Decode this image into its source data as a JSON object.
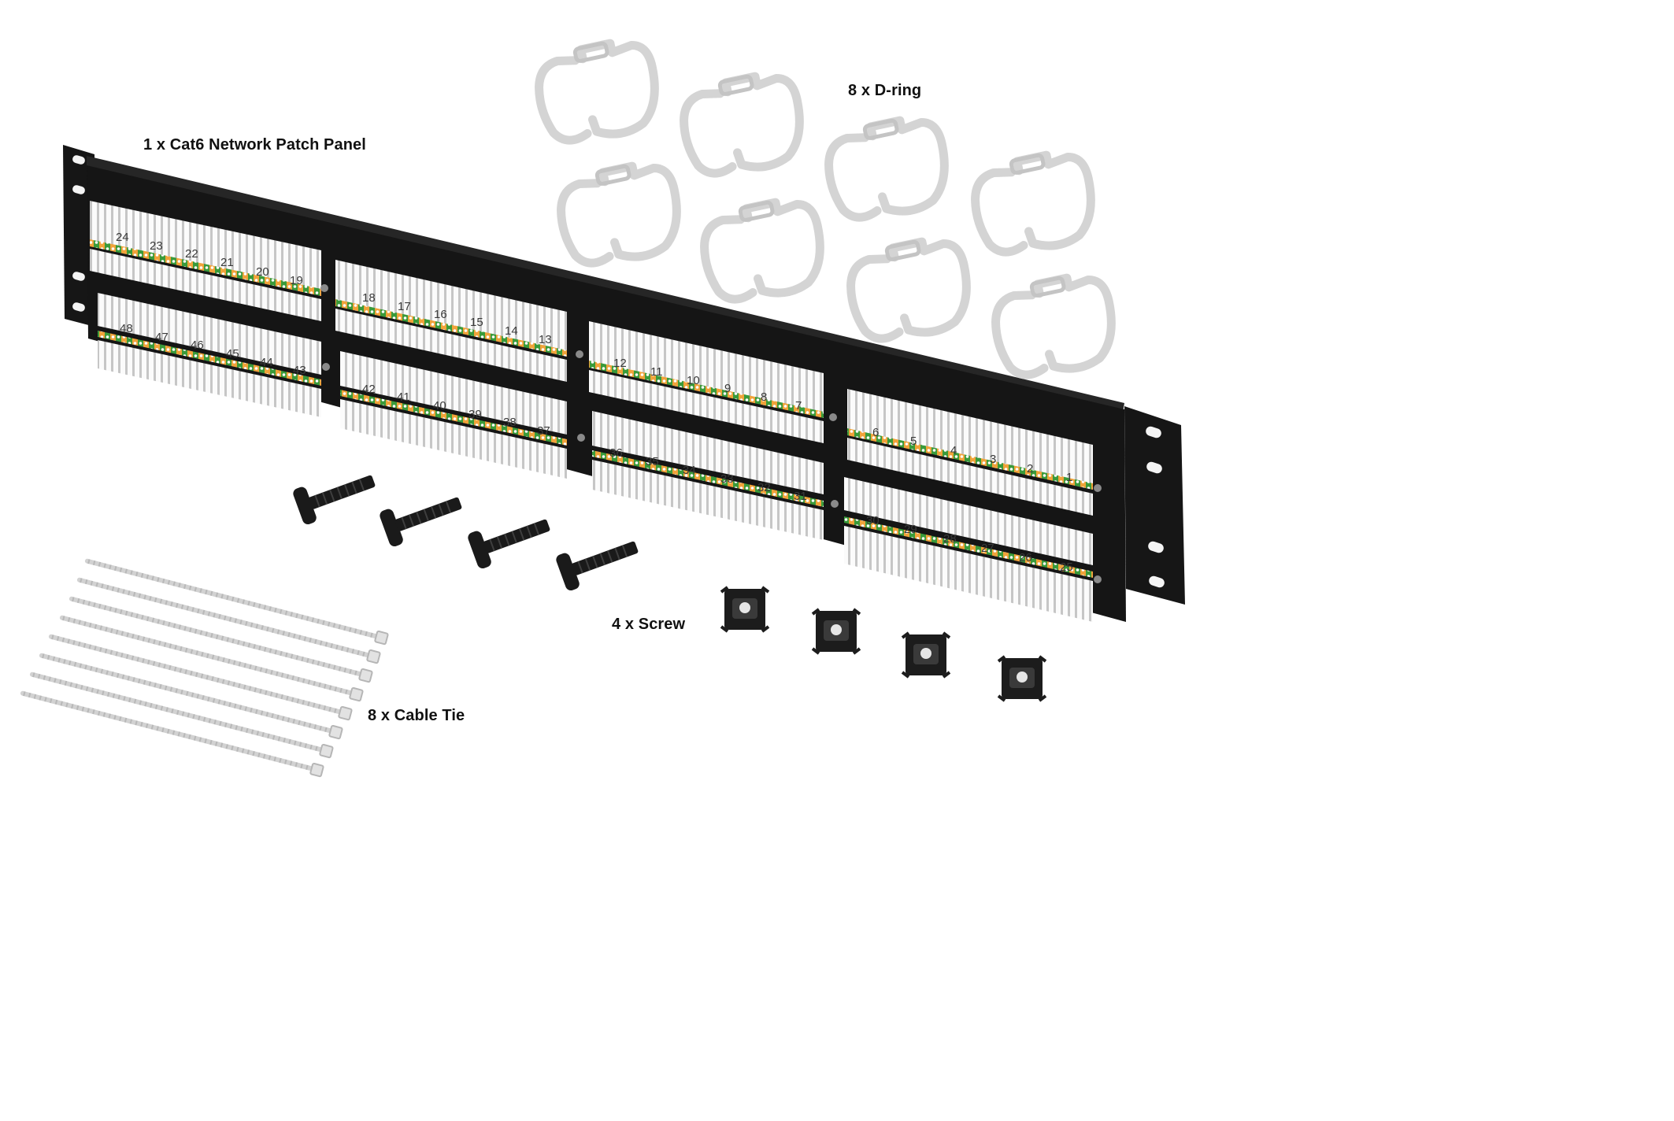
{
  "labels": {
    "panel": "1 x Cat6 Network Patch Panel",
    "dring": "8 x D-ring",
    "screw": "4 x Screw",
    "tie": "8 x Cable Tie"
  },
  "panel": {
    "modules": [
      {
        "top": [
          "24",
          "23",
          "22",
          "21",
          "20",
          "19"
        ],
        "bottom": [
          "48",
          "47",
          "46",
          "45",
          "44",
          "43"
        ]
      },
      {
        "top": [
          "18",
          "17",
          "16",
          "15",
          "14",
          "13"
        ],
        "bottom": [
          "42",
          "41",
          "40",
          "39",
          "38",
          "37"
        ]
      },
      {
        "top": [
          "12",
          "11",
          "10",
          "9",
          "8",
          "7"
        ],
        "bottom": [
          "36",
          "35",
          "34",
          "33",
          "32",
          "31"
        ]
      },
      {
        "top": [
          "6",
          "5",
          "4",
          "3",
          "2",
          "1"
        ],
        "bottom": [
          "30",
          "29",
          "28",
          "27",
          "26",
          "25"
        ]
      }
    ]
  },
  "colors": {
    "panel_body": "#151515",
    "punch_block": "#eeeeee",
    "wire_orange": "#f0a33a",
    "wire_green": "#3a9a3a",
    "dring": "#d4d4d4",
    "screw": "#1a1a1a",
    "cable_tie": "#cfcfcf"
  },
  "icons": [
    "patch-panel-image",
    "d-ring-icon",
    "screw-icon",
    "cage-nut-icon",
    "cable-tie-icon"
  ]
}
